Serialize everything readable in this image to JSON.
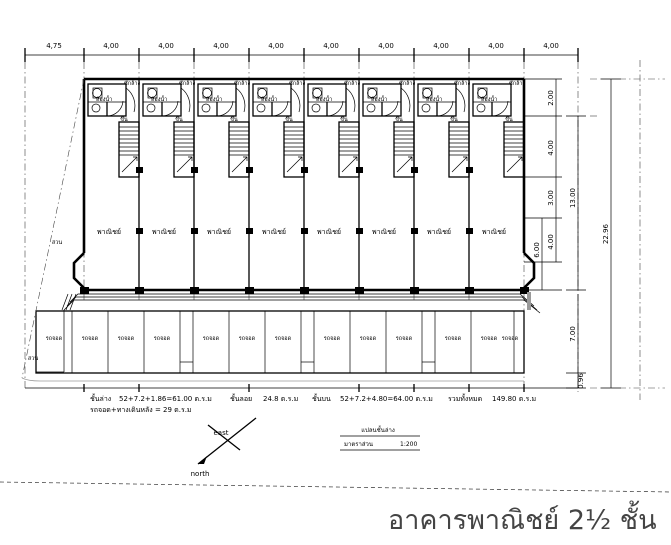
{
  "drawing": {
    "title": "อาคารพาณิชย์  2½ ชั้น",
    "title_number": "2",
    "title_frac_num": "1",
    "title_frac_den": "2",
    "title_suffix": "ชั้น",
    "plan_caption": "แปลนชั้นล่าง",
    "scale_label": "มาตราส่วน",
    "scale_value": "1:200"
  },
  "dimensions": {
    "top": [
      "4,75",
      "4,00",
      "4,00",
      "4,00",
      "4,00",
      "4,00",
      "4,00",
      "4,00",
      "4,00",
      "4,00"
    ],
    "right_inner": [
      "2.00",
      "4.00",
      "3.00",
      "6.00",
      "4.00"
    ],
    "right_mid": [
      "13.00",
      "7.00",
      "0.96"
    ],
    "right_outer": [
      "22.96"
    ]
  },
  "rooms": {
    "commercial_label": "พาณิชย์",
    "wash_label": "ซักล้าง",
    "bath_label": "ห้องน้ำ",
    "stair_label": "ขึ้น",
    "parking_label": "รถจอด",
    "garden_label": "สวน",
    "commercial_count": 8,
    "wash_count": 8,
    "parking_count": 13,
    "garden_count": 2
  },
  "notes": {
    "line1_a": "ชั้นล่าง",
    "line1_b": "52+7.2+1.86=61.00  ต.ร.ม",
    "line1_c": "ชั้นลอย",
    "line1_d": "24.8   ต.ร.ม",
    "line1_e": "ชั้นบน",
    "line1_f": "52+7.2+4.80=64.00  ต.ร.ม",
    "line1_g": "รวมทั้งหมด",
    "line1_h": "149.80    ต.ร.ม",
    "line2": "รถจอด+ทางเดินหลัง = 29  ต.ร.ม"
  },
  "compass": {
    "east_label": "east",
    "north_label": "north"
  },
  "colors": {
    "ink": "#000000",
    "title_ink": "#444444",
    "centerline": "#444444"
  }
}
